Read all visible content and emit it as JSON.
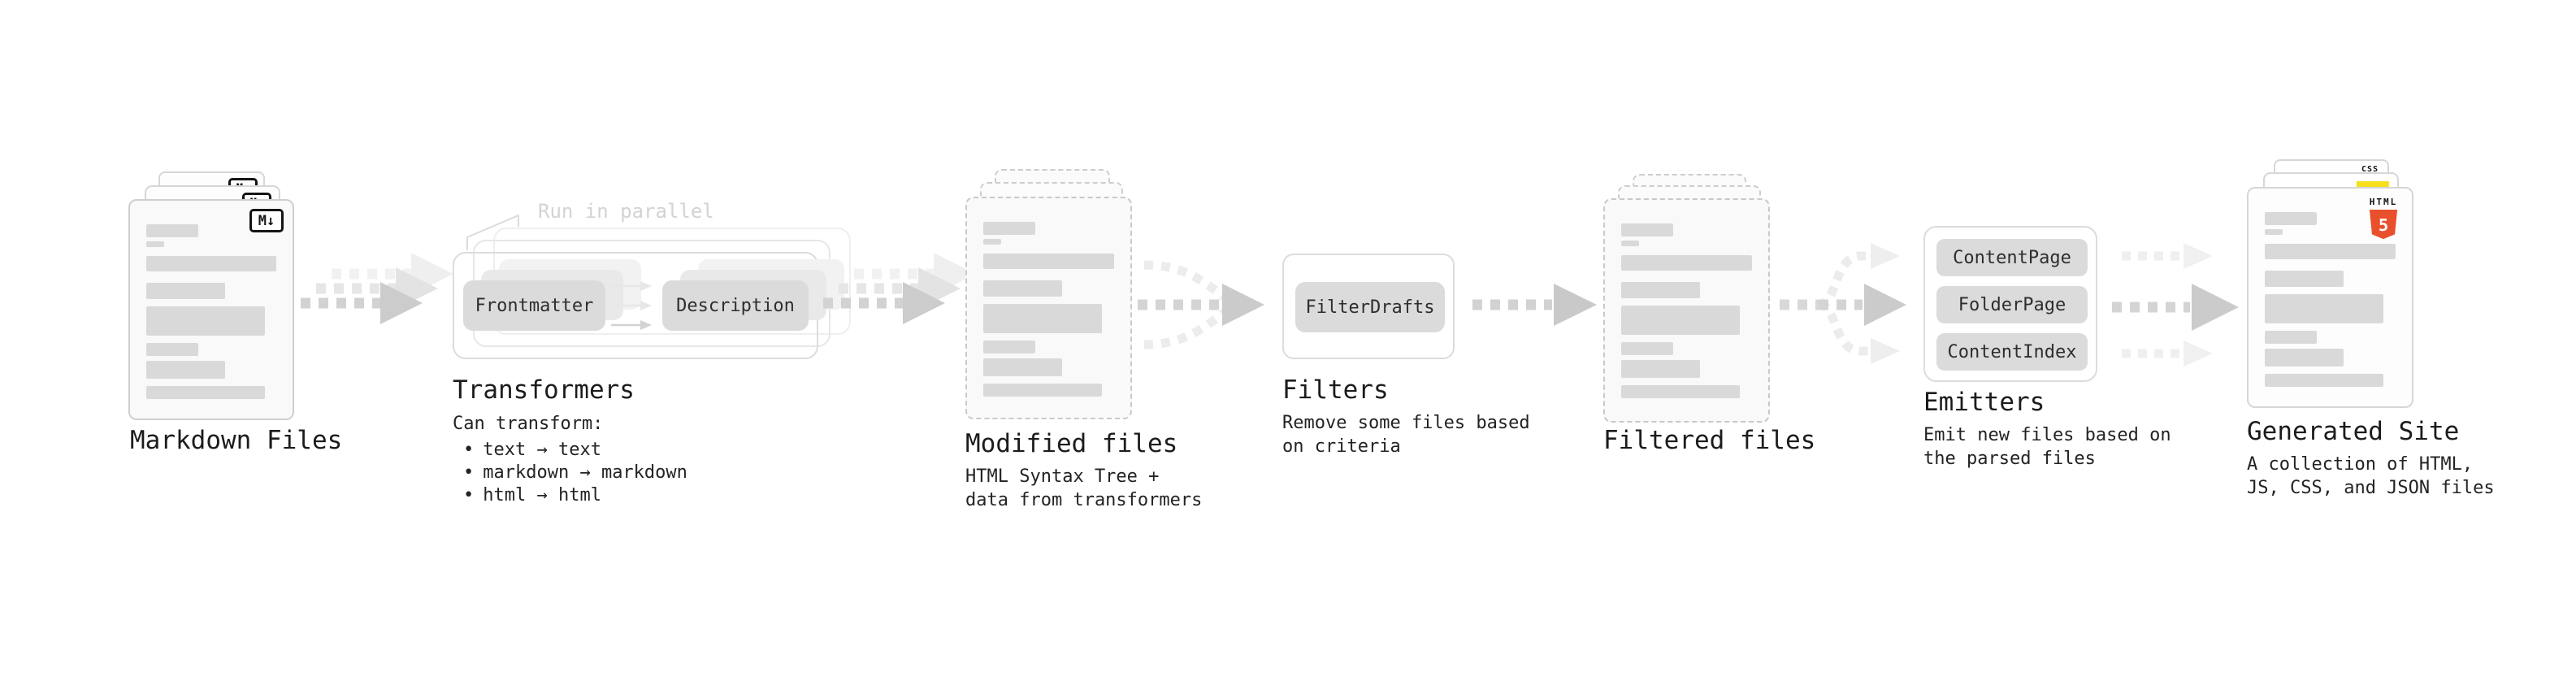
{
  "sections": {
    "markdown_files": {
      "label": "Markdown Files",
      "badge": "M↓"
    },
    "transformers": {
      "annotation": "Run in parallel",
      "chips": [
        "Frontmatter",
        "Description"
      ],
      "label": "Transformers",
      "description_heading": "Can transform:",
      "bullet_char": "•",
      "bullets": [
        "text → text",
        "markdown → markdown",
        "html → html"
      ]
    },
    "modified_files": {
      "label": "Modified files",
      "description": "HTML Syntax Tree +\ndata from transformers"
    },
    "filters": {
      "chip": "FilterDrafts",
      "label": "Filters",
      "description": "Remove some files based\non criteria"
    },
    "filtered_files": {
      "label": "Filtered files"
    },
    "emitters": {
      "chips": [
        "ContentPage",
        "FolderPage",
        "ContentIndex"
      ],
      "label": "Emitters",
      "description": "Emit new files based on\nthe parsed files"
    },
    "generated_site": {
      "label": "Generated Site",
      "description": "A collection of HTML,\nJS, CSS, and JSON files",
      "badges": {
        "css": "CSS",
        "html": "HTML",
        "html5_number": "5"
      }
    }
  },
  "colors": {
    "html5_orange": "#e9502c",
    "js_yellow": "#f7df1e",
    "css_blue": "#2b6bf3",
    "arrow_dark": "#d2d2d2",
    "arrow_light": "#ececec",
    "chip_fill": "#dbdbdb",
    "doc_fill": "#f9f9f9"
  }
}
